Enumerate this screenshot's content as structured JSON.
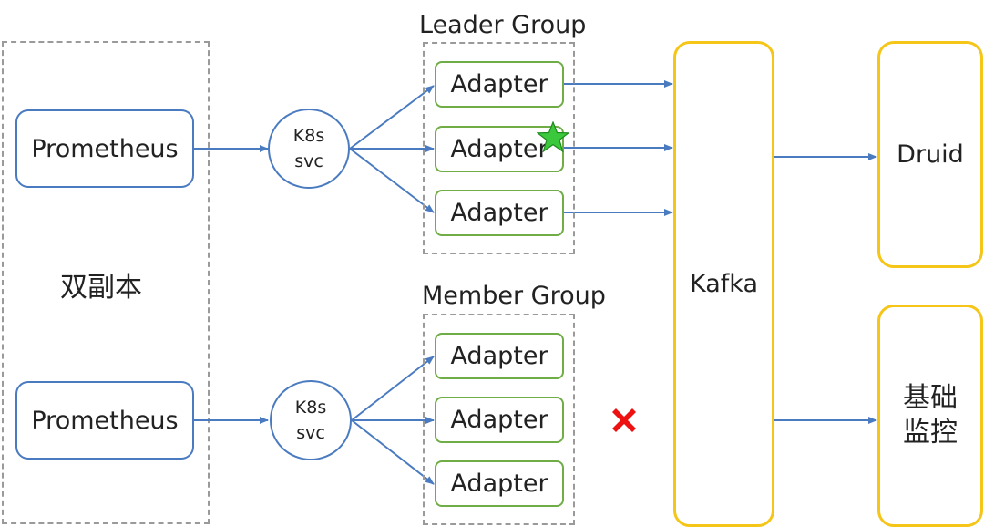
{
  "replica_label": "双副本",
  "prometheus": [
    "Prometheus",
    "Prometheus"
  ],
  "svc": [
    {
      "line1": "K8s",
      "line2": "svc"
    },
    {
      "line1": "K8s",
      "line2": "svc"
    }
  ],
  "leader_group": {
    "title": "Leader Group",
    "adapters": [
      "Adapter",
      "Adapter",
      "Adapter"
    ],
    "leader_marker": "star"
  },
  "member_group": {
    "title": "Member Group",
    "adapters": [
      "Adapter",
      "Adapter",
      "Adapter"
    ],
    "blocked_marker": "cross"
  },
  "kafka": "Kafka",
  "druid": "Druid",
  "monitoring": {
    "line1": "基础",
    "line2": "监控"
  },
  "colors": {
    "prometheus_border": "#4a7bc0",
    "adapter_border": "#70ad47",
    "sink_border": "#f5c518",
    "arrow": "#4a7bc0",
    "star": "#3cc83c",
    "cross": "#ee1111"
  }
}
